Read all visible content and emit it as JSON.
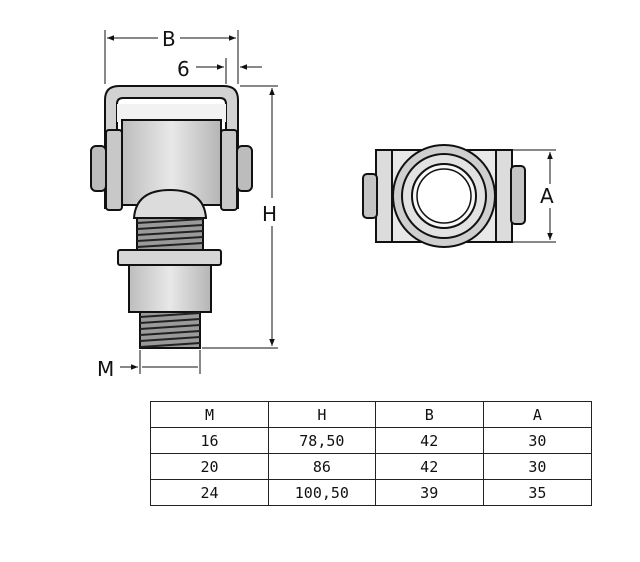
{
  "dimensions": {
    "b": "B",
    "six": "6",
    "h": "H",
    "m": "M",
    "a": "A"
  },
  "table": {
    "headers": [
      "M",
      "H",
      "B",
      "A"
    ],
    "rows": [
      [
        "16",
        "78,50",
        "42",
        "30"
      ],
      [
        "20",
        "86",
        "42",
        "30"
      ],
      [
        "24",
        "100,50",
        "39",
        "35"
      ]
    ]
  }
}
